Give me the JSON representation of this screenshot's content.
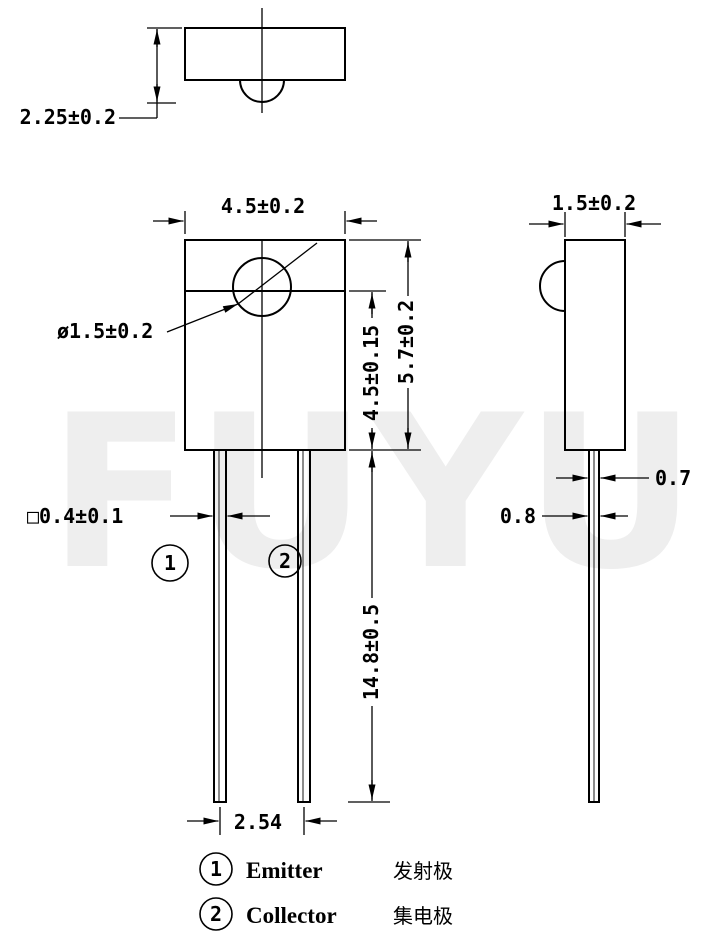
{
  "watermark": {
    "text": "FUYU",
    "color": "#eeeeee"
  },
  "colors": {
    "line": "#000000",
    "background": "#ffffff",
    "watermark": "#eeeeee"
  },
  "views": {
    "top": {
      "height": "2.25±0.2"
    },
    "front": {
      "width": "4.5±0.2",
      "lens_diameter": "ø1.5±0.2",
      "upper_height": "4.5±0.15",
      "total_height": "5.7±0.2",
      "lead_width": "□0.4±0.1",
      "lead_length": "14.8±0.5",
      "lead_pitch": "2.54",
      "pin1": "1",
      "pin2": "2"
    },
    "side": {
      "width": "1.5±0.2",
      "dim_right": "0.7",
      "dim_left": "0.8"
    }
  },
  "legend": {
    "items": [
      {
        "number": "1",
        "name": "Emitter",
        "name_cn": "发射极"
      },
      {
        "number": "2",
        "name": "Collector",
        "name_cn": "集电极"
      }
    ]
  }
}
